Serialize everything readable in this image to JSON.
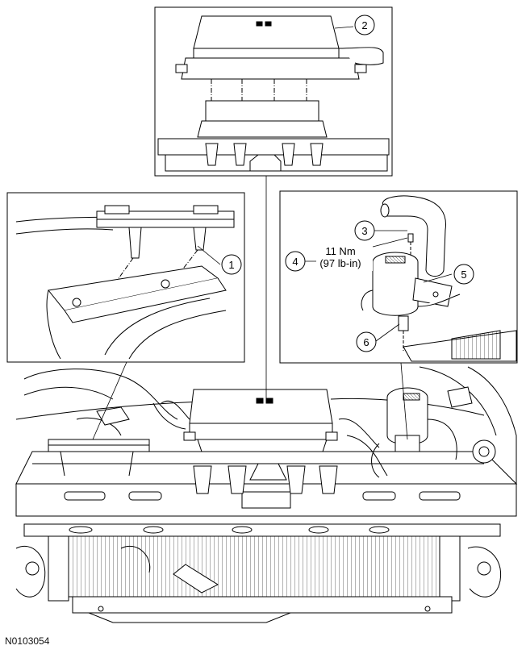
{
  "figure_id": "N0103054",
  "callouts": {
    "c1": "1",
    "c2": "2",
    "c3": "3",
    "c4": "4",
    "c5": "5",
    "c6": "6"
  },
  "torque": {
    "metric": "11 Nm",
    "imperial": "(97 lb-in)"
  },
  "colors": {
    "line": "#000000",
    "background": "#ffffff",
    "light_fill": "#f2f2f2"
  }
}
